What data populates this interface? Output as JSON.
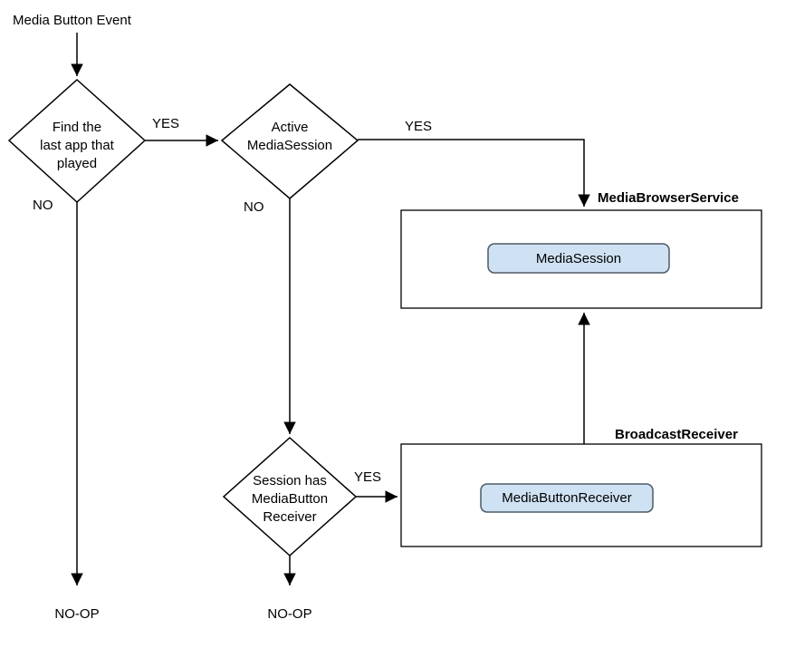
{
  "diagram": {
    "start": "Media Button Event",
    "decision_find_last_app": {
      "label": "Find the\nlast app that\nplayed",
      "yes": "YES",
      "no": "NO",
      "noop": "NO-OP"
    },
    "decision_active_mediasession": {
      "label": "Active\nMediaSession",
      "yes": "YES",
      "no": "NO"
    },
    "decision_session_has_receiver": {
      "label": "Session  has\nMediaButton\nReceiver",
      "yes": "YES",
      "noop": "NO-OP"
    },
    "service_box": {
      "title": "MediaBrowserService",
      "component": "MediaSession"
    },
    "receiver_box": {
      "title": "BroadcastReceiver",
      "component": "MediaButtonReceiver"
    },
    "colors": {
      "component_fill": "#cfe2f3",
      "component_border": "#4d5a66",
      "line": "#000000"
    }
  }
}
